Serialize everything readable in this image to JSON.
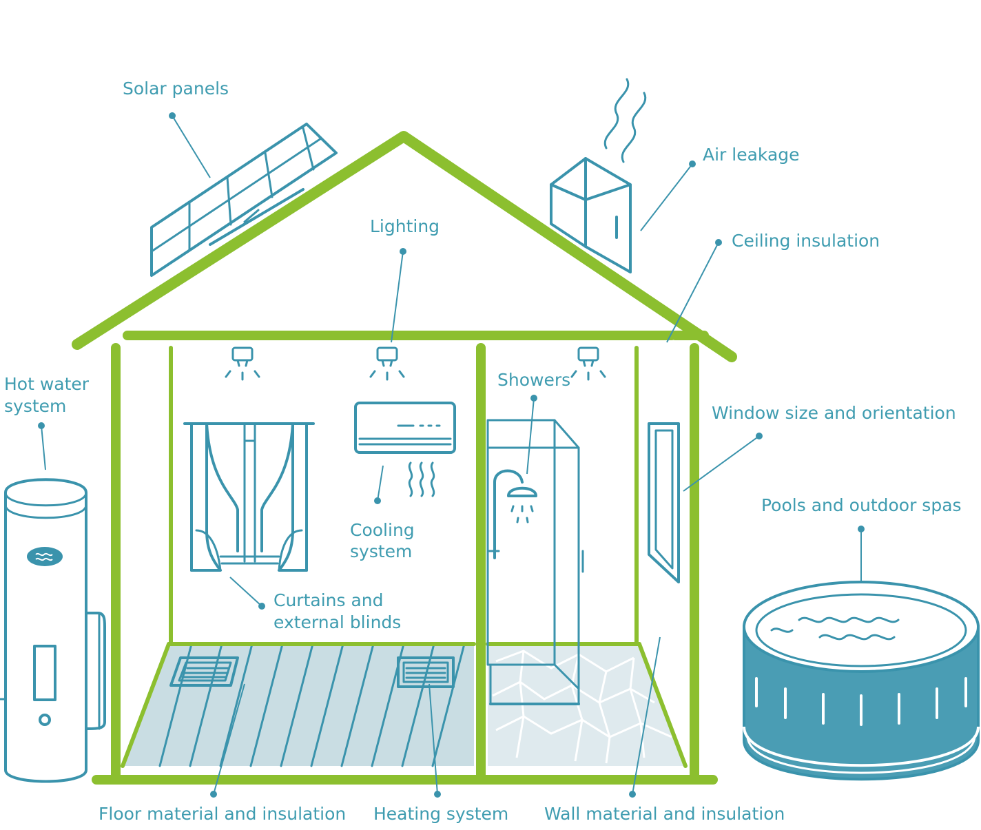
{
  "labels": {
    "solar_panels": "Solar panels",
    "air_leakage": "Air leakage",
    "lighting": "Lighting",
    "ceiling_insulation": "Ceiling insulation",
    "hot_water_1": "Hot water",
    "hot_water_2": "system",
    "showers": "Showers",
    "window": "Window size and orientation",
    "pools": "Pools and outdoor spas",
    "cooling_1": "Cooling",
    "cooling_2": "system",
    "curtains_1": "Curtains and",
    "curtains_2": "external blinds",
    "floor": "Floor material and insulation",
    "heating": "Heating system",
    "wall": "Wall material and insulation"
  },
  "colors": {
    "frame_green": "#8cbf2f",
    "line_teal": "#3a93ac",
    "label_teal": "#3f9cb0",
    "floor_blue": "#c9dde3",
    "spa_teal": "#4a9db4"
  }
}
